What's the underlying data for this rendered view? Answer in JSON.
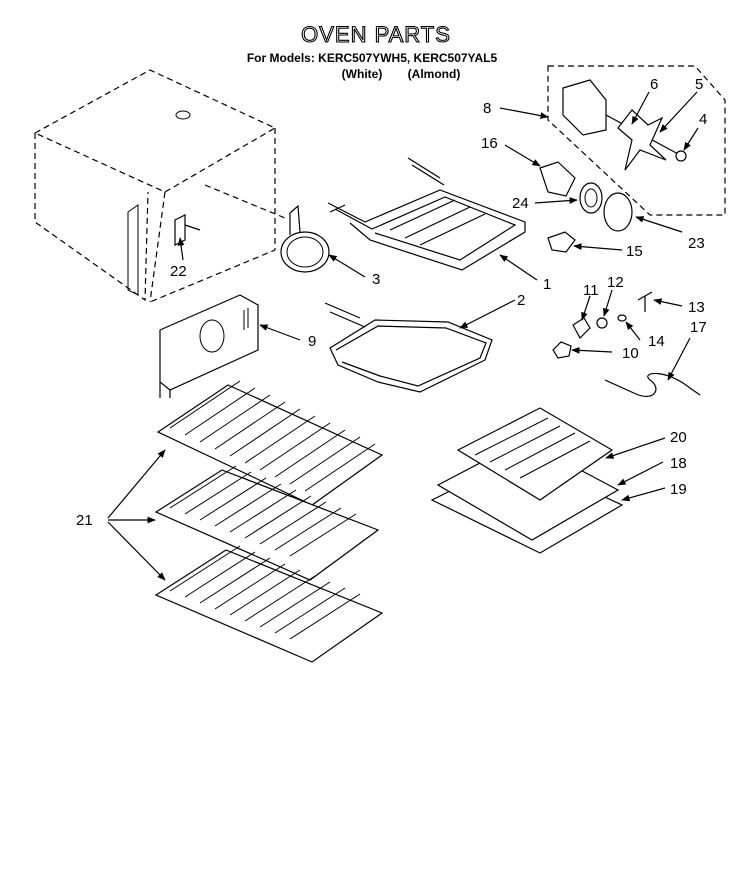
{
  "header": {
    "title": "OVEN PARTS",
    "models_line": "For Models: KERC507YWH5, KERC507YAL5",
    "color_white": "(White)",
    "color_almond": "(Almond)"
  },
  "callouts": {
    "p1": "1",
    "p2": "2",
    "p3": "3",
    "p4": "4",
    "p5": "5",
    "p6": "6",
    "p8": "8",
    "p9": "9",
    "p10": "10",
    "p11": "11",
    "p12": "12",
    "p13": "13",
    "p14": "14",
    "p15": "15",
    "p16": "16",
    "p17": "17",
    "p18": "18",
    "p19": "19",
    "p20": "20",
    "p21": "21",
    "p22": "22",
    "p23": "23",
    "p24": "24"
  }
}
